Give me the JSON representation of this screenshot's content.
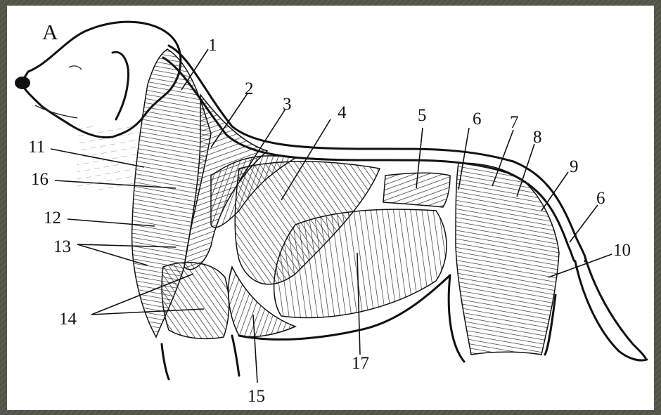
{
  "panel_label": "A",
  "labels": [
    {
      "id": "1",
      "text": "1"
    },
    {
      "id": "2",
      "text": "2"
    },
    {
      "id": "3",
      "text": "3"
    },
    {
      "id": "4",
      "text": "4"
    },
    {
      "id": "5",
      "text": "5"
    },
    {
      "id": "6a",
      "text": "6"
    },
    {
      "id": "7",
      "text": "7"
    },
    {
      "id": "8",
      "text": "8"
    },
    {
      "id": "9",
      "text": "9"
    },
    {
      "id": "6b",
      "text": "6"
    },
    {
      "id": "10",
      "text": "10"
    },
    {
      "id": "11",
      "text": "11"
    },
    {
      "id": "16",
      "text": "16"
    },
    {
      "id": "12",
      "text": "12"
    },
    {
      "id": "13",
      "text": "13"
    },
    {
      "id": "14",
      "text": "14"
    },
    {
      "id": "15",
      "text": "15"
    },
    {
      "id": "17",
      "text": "17"
    }
  ],
  "colors": {
    "ink": "#111111",
    "paper": "#ffffff",
    "frame": "#55574b"
  }
}
